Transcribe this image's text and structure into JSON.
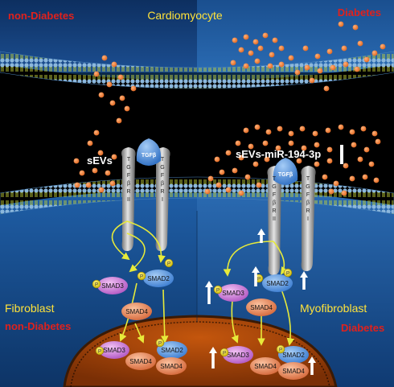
{
  "labels": {
    "non_diabetes_top": "non-Diabetes",
    "cardiomyocyte": "Cardiomyocyte",
    "diabetes_top": "Diabetes",
    "sevs": "sEVs",
    "sevs_mir": "sEVs-miR-194-3p",
    "fibroblast": "Fibroblast",
    "non_diabetes_bottom": "non-Diabetes",
    "myofibroblast": "Myofibroblast",
    "diabetes_bottom": "Diabetes"
  },
  "receptor_letters": {
    "r2": "TGFβR",
    "r2_roman": "II",
    "r1_roman": "I",
    "tgfb": "TGFβ"
  },
  "smad": {
    "smad2": "SMAD2",
    "smad3": "SMAD3",
    "smad4": "SMAD4",
    "p": "P"
  },
  "colors": {
    "bg_left_top": "#1a4a86",
    "bg_right_top": "#1c5a9e",
    "cleft": "#000000",
    "membrane": "#6fa0c8",
    "orange_dot": "#ee7a2a",
    "red_text": "#e0211c",
    "yellow_text": "#ffe23a",
    "arrow_yellow": "#e7ea3a",
    "nucleus": "#c55a10"
  }
}
